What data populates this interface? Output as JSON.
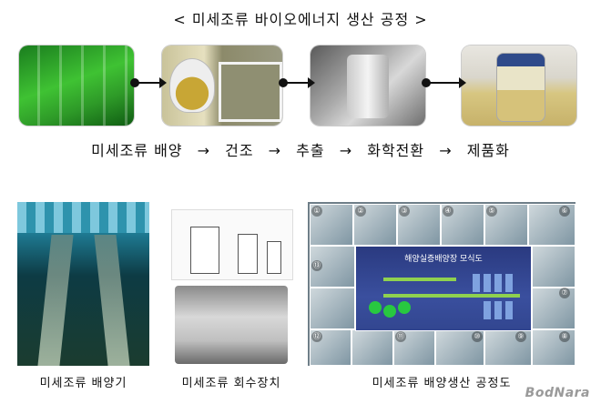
{
  "title": "< 미세조류 바이오에너지 생산 공정 >",
  "process_steps": [
    "미세조류 배양",
    "건조",
    "추출",
    "화학전환",
    "제품화"
  ],
  "process_arrow": "→",
  "captions": {
    "cultivator": "미세조류 배양기",
    "harvester": "미세조류 회수장치",
    "process_diagram": "미세조류 배양생산 공정도"
  },
  "diagram_center_title": "해양실증배양장  모식도",
  "diagram_numbers": [
    "①",
    "②",
    "③",
    "④",
    "⑤",
    "⑥",
    "⑦",
    "⑧",
    "⑨",
    "⑩",
    "⑪",
    "⑫",
    "⑬"
  ],
  "logo": "BodNara"
}
